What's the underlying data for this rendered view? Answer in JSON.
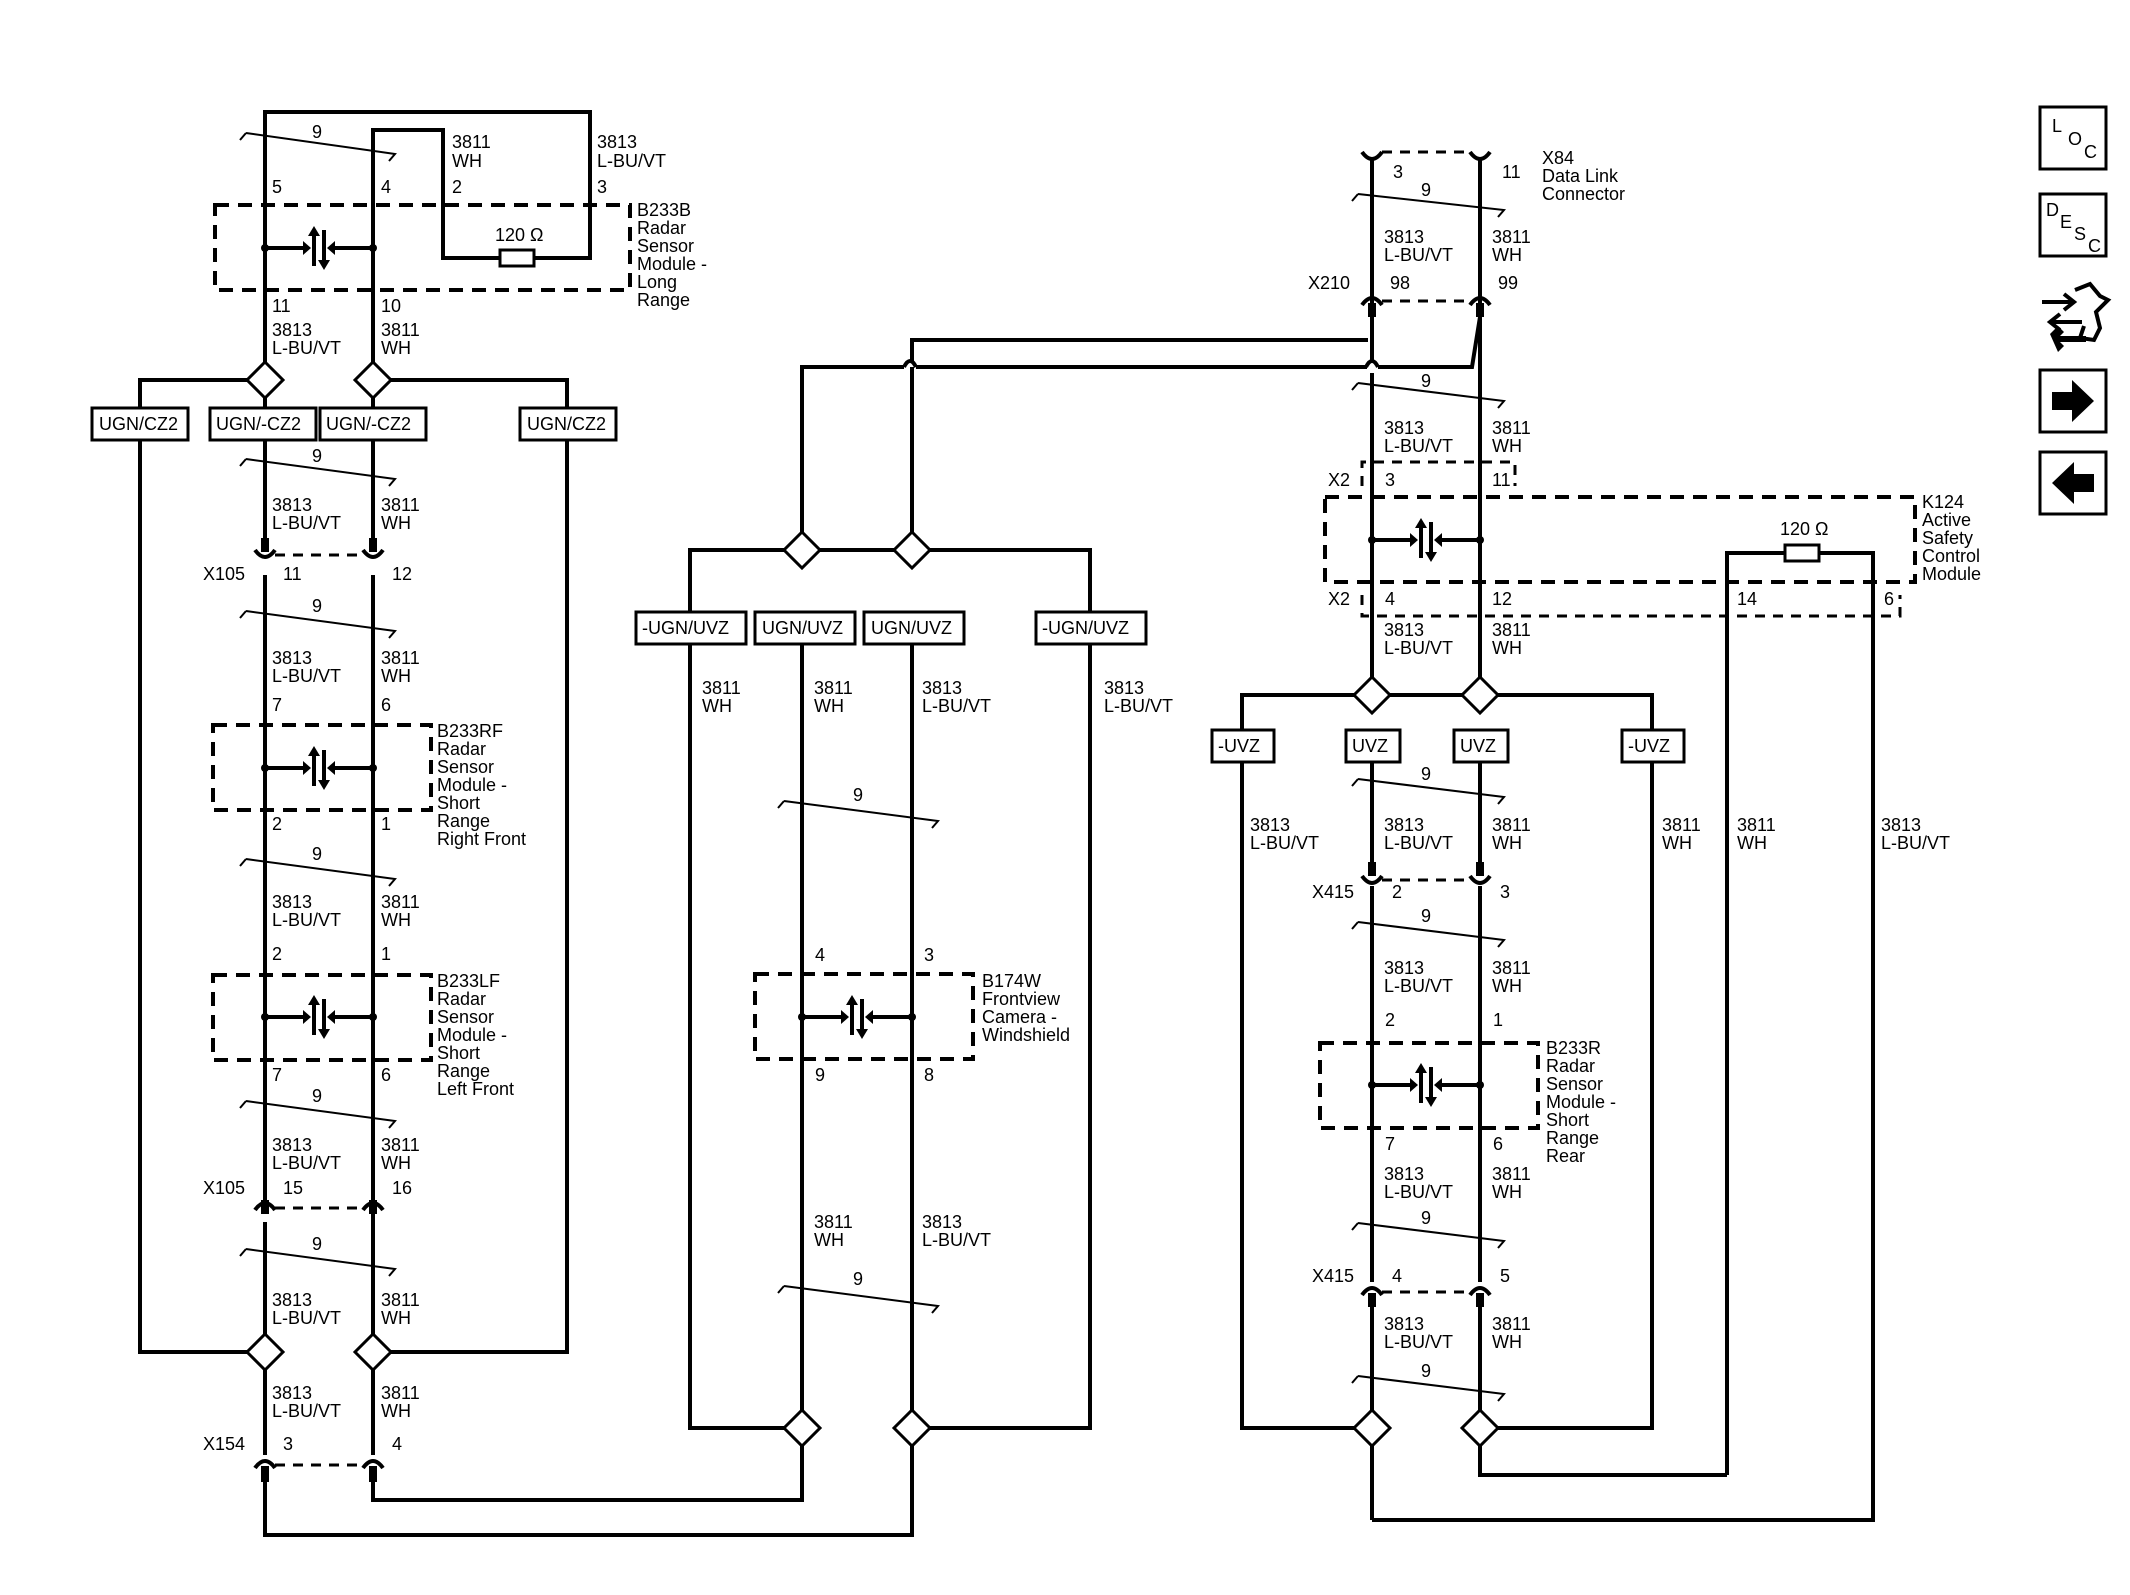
{
  "nav": {
    "loc": [
      "L",
      "O",
      "C"
    ],
    "desc": [
      "D",
      "E",
      "S",
      "C"
    ],
    "icons": [
      "connector-end-view-icon",
      "next-page-arrow-icon",
      "previous-page-arrow-icon"
    ]
  },
  "common": {
    "twist": "9",
    "c3811": "3811",
    "c3813": "3813",
    "wh": "WH",
    "lbuvt": "L-BU/VT",
    "ohm": "120 Ω"
  },
  "components": {
    "b233b": [
      "B233B",
      "Radar",
      "Sensor",
      "Module -",
      "Long",
      "Range"
    ],
    "b233rf": [
      "B233RF",
      "Radar",
      "Sensor",
      "Module -",
      "Short",
      "Range",
      "Right Front"
    ],
    "b233lf": [
      "B233LF",
      "Radar",
      "Sensor",
      "Module -",
      "Short",
      "Range",
      "Left Front"
    ],
    "b174w": [
      "B174W",
      "Frontview",
      "Camera -",
      "Windshield"
    ],
    "x84": [
      "X84",
      "Data Link",
      "Connector"
    ],
    "k124": [
      "K124",
      "Active",
      "Safety",
      "Control",
      "Module"
    ],
    "b233r": [
      "B233R",
      "Radar",
      "Sensor",
      "Module -",
      "Short",
      "Range",
      "Rear"
    ]
  },
  "connectors": {
    "x105": "X105",
    "x154": "X154",
    "x210": "X210",
    "x2": "X2",
    "x415": "X415"
  },
  "options": {
    "ugn_cz2": "UGN/CZ2",
    "ugn_ncz2": "UGN/-CZ2",
    "nugn_uvz": "-UGN/UVZ",
    "ugn_uvz": "UGN/UVZ",
    "uvz": "UVZ",
    "nuvz": "-UVZ"
  },
  "pins": {
    "b233b": [
      "9",
      "5",
      "4",
      "2",
      "3",
      "11",
      "10"
    ],
    "x105a": [
      "11",
      "12"
    ],
    "b233rf": [
      "7",
      "6",
      "2",
      "1"
    ],
    "b233lf": [
      "2",
      "1",
      "7",
      "6"
    ],
    "x105b": [
      "15",
      "16"
    ],
    "x154": [
      "3",
      "4"
    ],
    "b174w": [
      "4",
      "3",
      "9",
      "8"
    ],
    "x84": [
      "3",
      "11"
    ],
    "x210": [
      "98",
      "99"
    ],
    "x2": [
      "3",
      "11",
      "4",
      "12",
      "14",
      "6"
    ],
    "x415a": [
      "2",
      "3"
    ],
    "b233r": [
      "2",
      "1",
      "7",
      "6"
    ],
    "x415b": [
      "4",
      "5"
    ]
  }
}
